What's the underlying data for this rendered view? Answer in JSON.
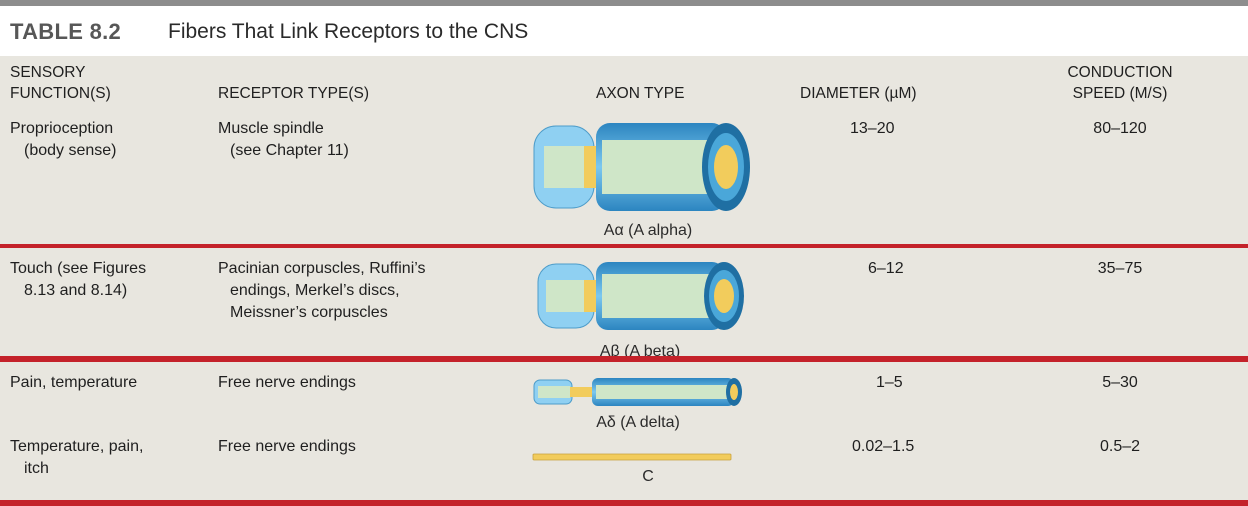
{
  "title": {
    "number": "TABLE 8.2",
    "text": "Fibers That Link Receptors to the CNS"
  },
  "headers": {
    "sensory_function": [
      "SENSORY",
      "FUNCTION(S)"
    ],
    "receptor_type": "RECEPTOR TYPE(S)",
    "axon_type": "AXON TYPE",
    "diameter": "DIAMETER (µM)",
    "conduction_speed": [
      "CONDUCTION",
      "SPEED (M/S)"
    ]
  },
  "rows": [
    {
      "function": [
        "Proprioception",
        "(body sense)"
      ],
      "receptor": [
        "Muscle spindle",
        "(see Chapter 11)"
      ],
      "axon_label": "Aα (A alpha)",
      "diameter": "13–20",
      "speed": "80–120"
    },
    {
      "function": [
        "Touch (see Figures",
        "8.13 and 8.14)"
      ],
      "receptor": [
        "Pacinian corpuscles, Ruffini’s",
        "endings, Merkel’s discs,",
        "Meissner’s corpuscles"
      ],
      "axon_label": "Aβ (A beta)",
      "diameter": "6–12",
      "speed": "35–75"
    },
    {
      "function": [
        "Pain, temperature"
      ],
      "receptor": [
        "Free nerve endings"
      ],
      "axon_label": "Aδ (A delta)",
      "diameter": "1–5",
      "speed": "5–30"
    },
    {
      "function": [
        "Temperature, pain,",
        "itch"
      ],
      "receptor": [
        "Free nerve endings"
      ],
      "axon_label": "C",
      "diameter": "0.02–1.5",
      "speed": "0.5–2"
    }
  ],
  "colors": {
    "background": "#e8e6df",
    "title_rule": "#8d8d8d",
    "highlight_rule": "#c4222a",
    "myelin_outer": "#5bb8e6",
    "myelin_dark": "#1f6fa3",
    "axon_core": "#cfe6c8",
    "node_yellow": "#f2cc5c"
  },
  "icons": [
    "axon-a-alpha-illustration",
    "axon-a-beta-illustration",
    "axon-a-delta-illustration",
    "axon-c-illustration"
  ]
}
